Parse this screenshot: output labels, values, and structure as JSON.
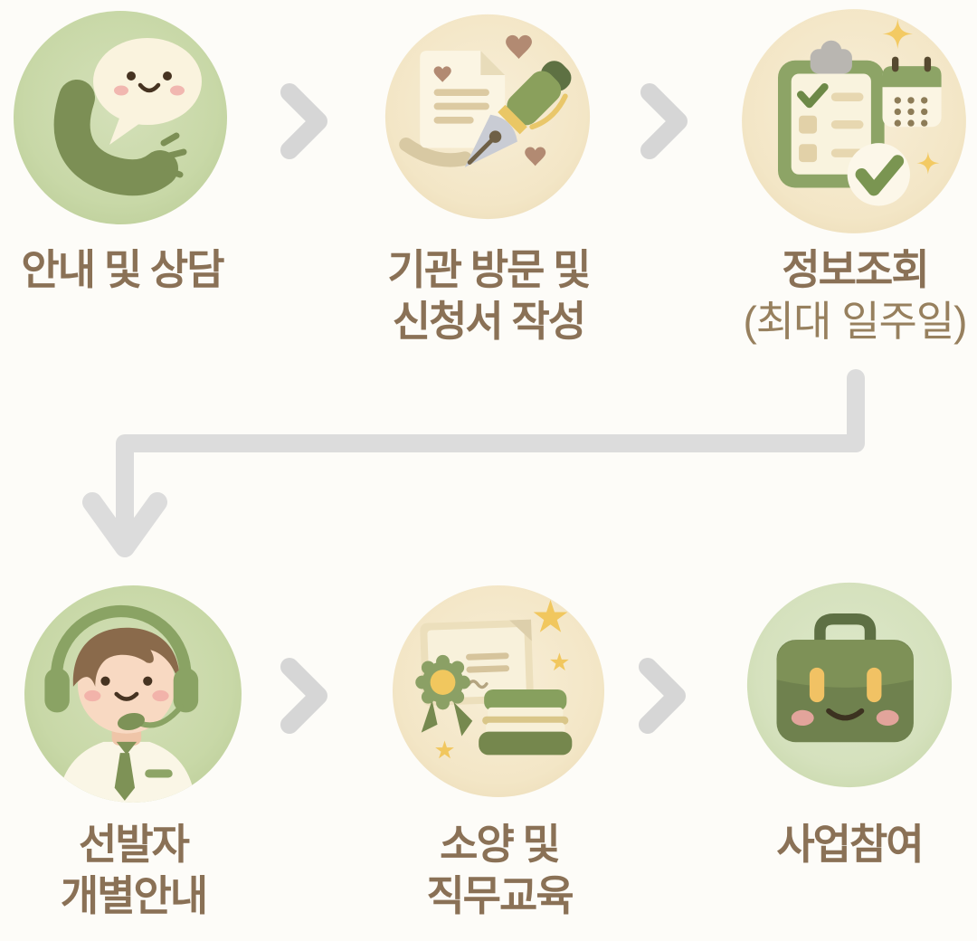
{
  "diagram": {
    "type": "process-flow",
    "rows": 2,
    "steps_per_row": 3,
    "reading_order": "left-to-right, wrap to second row via elbow arrow"
  },
  "colors": {
    "background": "#fdfcf8",
    "label_text": "#8a7156",
    "label_subtext": "#97805e",
    "chevron_gray": "#d6d6d6",
    "arrow_gray": "#dcdcdc",
    "green_circle": "#c9d8a9",
    "cream_circle": "#f4e7c9",
    "light_green_circle": "#d7e3c0",
    "icon_dark_green": "#7c8f55",
    "icon_accent_yellow": "#f1c75e",
    "icon_heart_mauve": "#b28a72"
  },
  "steps": [
    {
      "id": "guidance-consultation",
      "icon": "phone-speech-bubble-icon",
      "circle": "green",
      "lines": [
        "안내 및 상담"
      ]
    },
    {
      "id": "visit-and-application",
      "icon": "document-fountain-pen-icon",
      "circle": "cream",
      "lines": [
        "기관 방문 및",
        "신청서 작성"
      ]
    },
    {
      "id": "information-inquiry",
      "icon": "checklist-calendar-icon",
      "circle": "cream",
      "lines": [
        "정보조회",
        "(최대 일주일)"
      ]
    },
    {
      "id": "selected-individual-guidance",
      "icon": "headset-agent-icon",
      "circle": "green",
      "lines": [
        "선발자",
        "개별안내"
      ]
    },
    {
      "id": "basic-and-job-training",
      "icon": "certificate-books-icon",
      "circle": "cream",
      "lines": [
        "소양 및",
        "직무교육"
      ]
    },
    {
      "id": "program-participation",
      "icon": "briefcase-icon",
      "circle": "light-green",
      "lines": [
        "사업참여"
      ]
    }
  ],
  "connectors": {
    "chevron_right_count": 4,
    "elbow_arrow": "from step 3 down, left across, down into step 4"
  }
}
